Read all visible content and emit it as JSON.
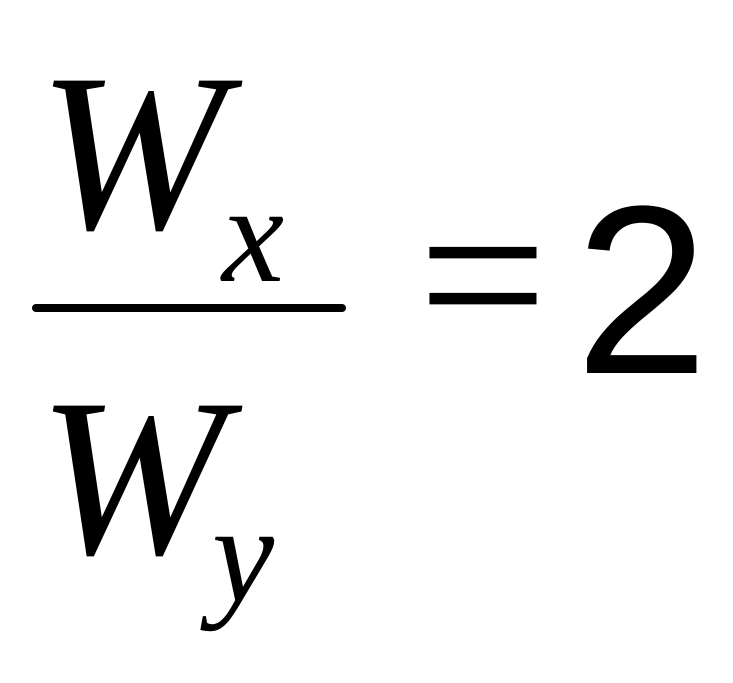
{
  "equation": {
    "numerator_base": "W",
    "numerator_sub": "x",
    "denominator_base": "W",
    "denominator_sub": "y",
    "operator": "=",
    "rhs": "2"
  }
}
